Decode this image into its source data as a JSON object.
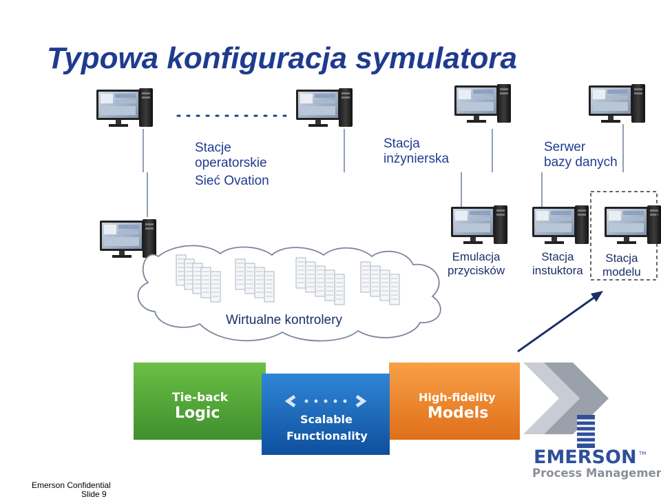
{
  "title": "Typowa konfiguracja symulatora",
  "labels": {
    "operator_stations": "Stacje\noperatorskie",
    "ovation_network": "Sieć Ovation",
    "engineering_station": "Stacja\ninżynierska",
    "database_server": "Serwer\nbazy danych",
    "button_emulation": "Emulacja\nprzycisków",
    "instructor_station": "Stacja\ninstuktora",
    "model_station": "Stacja\nmodelu",
    "virtual_controllers": "Wirtualne kontrolery"
  },
  "panels": {
    "tieback": {
      "line1": "Tie-back",
      "line2": "Logic",
      "color": "#5aa83c"
    },
    "scalable": {
      "line1": "Scalable",
      "line2": "Functionality",
      "color": "#1b6fc4"
    },
    "hifi": {
      "line1": "High-fidelity",
      "line2": "Models",
      "color": "#f2882a"
    }
  },
  "logo": {
    "name": "EMERSON",
    "tm": "TM",
    "subtitle": "Process Management"
  },
  "footer": {
    "confidential": "Emerson Confidential",
    "slide": "Slide 9"
  },
  "colors": {
    "title": "#1f3b8f",
    "label": "#1f3b8f",
    "network_line": "#6b7d99"
  }
}
